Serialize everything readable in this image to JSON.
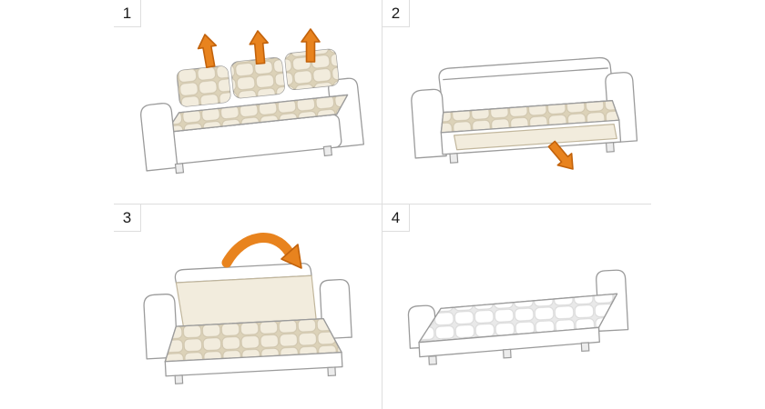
{
  "title": "sofa-bed-unfolding-instructions",
  "steps": [
    {
      "number": "1",
      "icons": [
        "arrow-up-icon",
        "arrow-up-icon",
        "arrow-up-icon"
      ]
    },
    {
      "number": "2",
      "icons": [
        "arrow-pull-out-icon"
      ]
    },
    {
      "number": "3",
      "icons": [
        "arrow-fold-over-icon"
      ]
    },
    {
      "number": "4",
      "icons": []
    }
  ],
  "colors": {
    "accent-orange": "#e8831e",
    "accent-orange-dark": "#c2620b",
    "outline-gray": "#9b9b9b",
    "cushion-beige": "#f2ecdd",
    "cushion-beige-shadow": "#dcd2b8",
    "quilt-line": "#cfc5ad",
    "divider-gray": "#dedede",
    "text-black": "#1a1a1a"
  }
}
